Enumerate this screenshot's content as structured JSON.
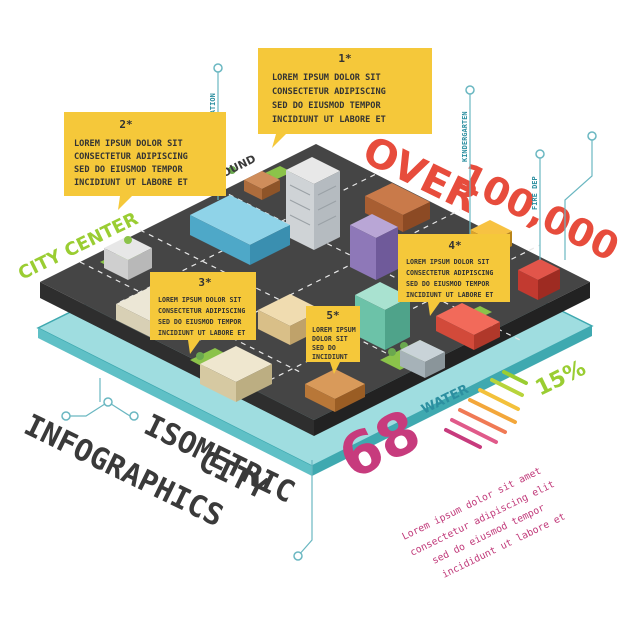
{
  "palette": {
    "ground": "#3b3b3b",
    "road_line": "#e8e8e8",
    "grass": "#8bc34a",
    "water": "#7fd0d4",
    "water_edge": "#3fa9b0",
    "callout": "#f5c83a",
    "accent_red": "#e74c3c",
    "accent_green": "#9acd32",
    "accent_magenta": "#c73b7d",
    "accent_orange": "#f3a73b",
    "teal_line": "#6ab7c1"
  },
  "callouts": [
    {
      "num": "1*",
      "lines": [
        "LOREM IPSUM DOLOR SIT",
        "CONSECTETUR ADIPISCING",
        "SED DO EIUSMOD TEMPOR",
        "INCIDIUNT UT LABORE ET"
      ]
    },
    {
      "num": "2*",
      "lines": [
        "LOREM IPSUM DOLOR SIT",
        "CONSECTETUR ADIPISCING",
        "SED DO EIUSMOD TEMPOR",
        "INCIDIUNT UT LABORE ET"
      ]
    },
    {
      "num": "3*",
      "lines": [
        "LOREM IPSUM DOLOR SIT",
        "CONSECTETUR ADIPISCING",
        "SED DO EIUSMOD TEMPOR",
        "INCIDIUNT UT LABORE ET"
      ]
    },
    {
      "num": "4*",
      "lines": [
        "LOREM IPSUM DOLOR SIT",
        "CONSECTETUR ADIPISCING",
        "SED DO EIUSMOD TEMPOR",
        "INCIDIUNT UT LABORE ET"
      ]
    },
    {
      "num": "5*",
      "lines": [
        "LOREM IPSUM",
        "DOLOR SIT",
        "SED DO",
        "INCIDIUNT"
      ]
    }
  ],
  "labels": {
    "city_center": "CITY CENTER",
    "ground": "GROUND",
    "train_station": "TRAIN STATION",
    "kindergarten": "KINDERGARTEN",
    "fire_dep": "FIRE DEP",
    "water": "WATER",
    "over": "OVER",
    "population": "100,000",
    "percent": "15%",
    "big_number": "68"
  },
  "title_lines": [
    "ISOMETRIC",
    "CITY",
    "INFOGRAPHICS"
  ],
  "description_lines": [
    "Lorem ipsum dolor sit amet",
    "consectetur adipiscing elit",
    "sed do eiusmod tempor",
    "incididunt ut labore et"
  ]
}
